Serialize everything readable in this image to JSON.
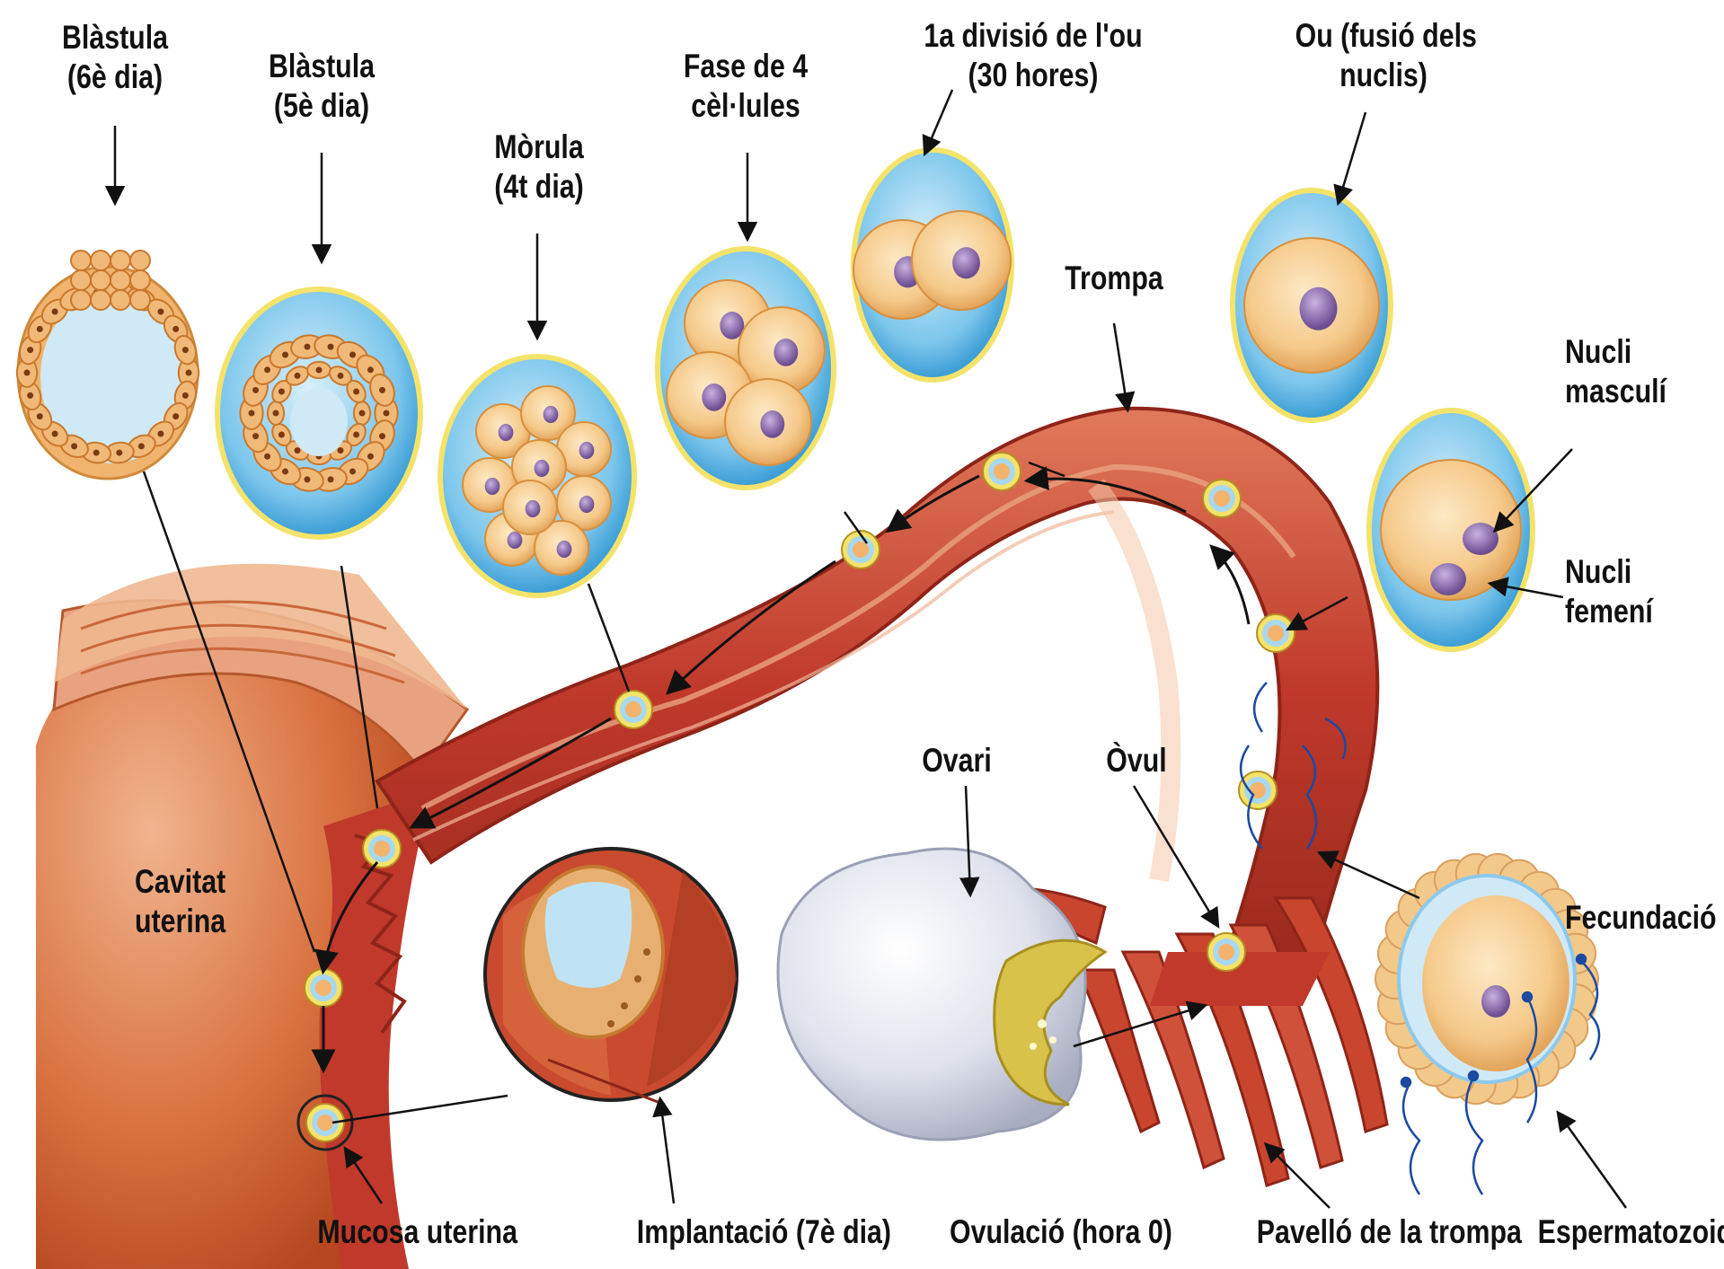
{
  "labels": {
    "blastula_6": [
      "Blàstula",
      "(6è dia)"
    ],
    "blastula_5": [
      "Blàstula",
      "(5è dia)"
    ],
    "morula": [
      "Mòrula",
      "(4t dia)"
    ],
    "four_cells": [
      "Fase de 4",
      "cèl·lules"
    ],
    "first_division": [
      "1a divisió de l'ou",
      "(30 hores)"
    ],
    "egg_fusion": [
      "Ou (fusió dels",
      "nuclis)"
    ],
    "tube": "Trompa",
    "male_nucleus": [
      "Nucli",
      "masculí"
    ],
    "female_nucleus": [
      "Nucli",
      "femení"
    ],
    "uterine_cavity": [
      "Cavitat",
      "uterina"
    ],
    "ovary": "Ovari",
    "ovum": "Òvul",
    "fertilization": "Fecundació",
    "uterine_mucosa": "Mucosa uterina",
    "implantation": "Implantació (7è dia)",
    "ovulation": "Ovulació (hora 0)",
    "fimbriae": "Pavelló de la trompa",
    "sperm": "Espermatozoid"
  },
  "colors": {
    "tissue": "#c8452e",
    "tissue_dark": "#8e2418",
    "tissue_light": "#e9a27f",
    "membrane": "#5bb6e6",
    "membrane_light": "#bfe3f5",
    "cell": "#f5c98a",
    "cell_edge": "#d98f3c",
    "nucleus": "#8a6aa8",
    "ovary": "#d9dce6",
    "arrow": "#111111"
  }
}
